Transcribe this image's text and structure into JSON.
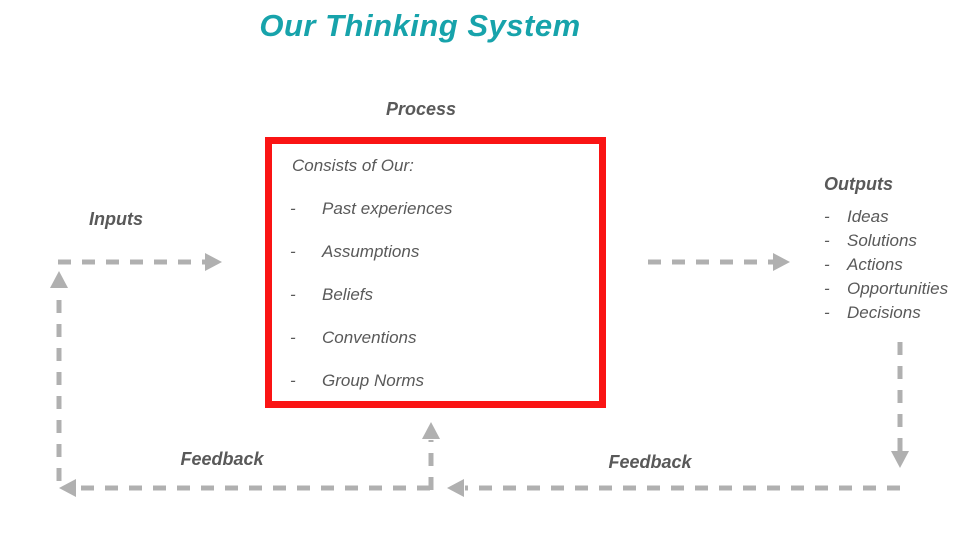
{
  "title": "Our Thinking System",
  "bullet": "-",
  "colors": {
    "title_teal": "#17a3ab",
    "box_border_red": "#fa1414",
    "text_gray": "#595959",
    "arrow_gray": "#b0b0b0"
  },
  "process": {
    "label": "Process",
    "intro": "Consists of Our:",
    "items": [
      "Past experiences",
      "Assumptions",
      "Beliefs",
      "Conventions",
      "Group Norms"
    ]
  },
  "inputs": {
    "label": "Inputs"
  },
  "outputs": {
    "label": "Outputs",
    "items": [
      "Ideas",
      "Solutions",
      "Actions",
      "Opportunities",
      "Decisions"
    ]
  },
  "feedback": {
    "left_label": "Feedback",
    "right_label": "Feedback"
  }
}
